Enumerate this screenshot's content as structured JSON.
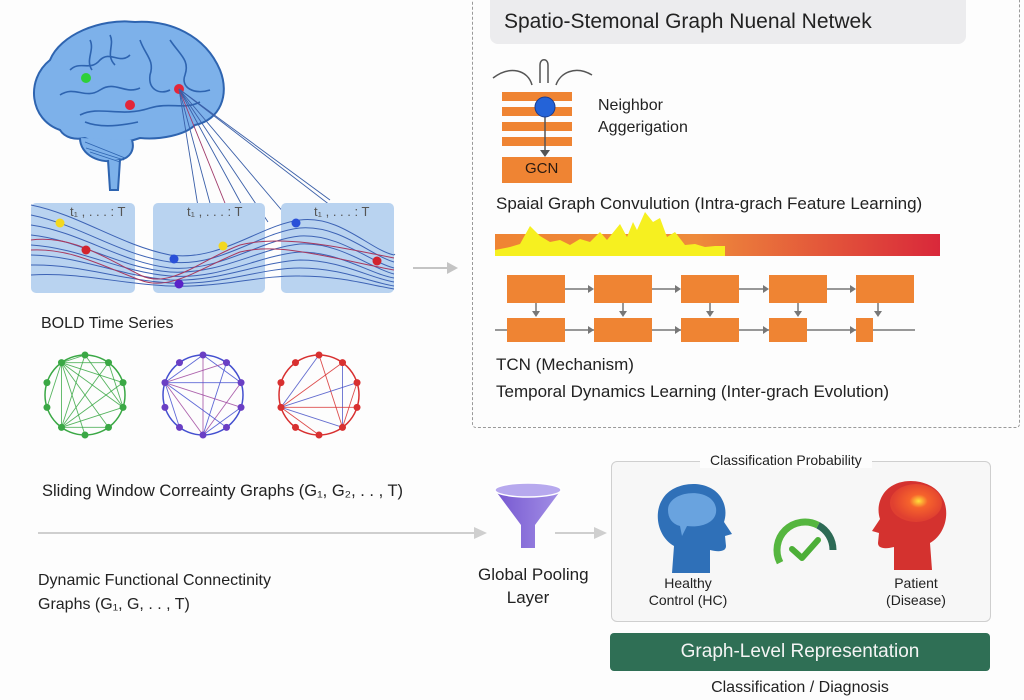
{
  "left_panel": {
    "bold_label": "BOLD Time Series",
    "window_labels": [
      "t₁ , . . . : T",
      "t₁ , . . . : T",
      "t₁ , . . . : T"
    ],
    "corr_graphs_label": "Sliding Window Correainty Graphs (G₁, G₂, . . , T)",
    "dfc_label_line1": "Dynamic Functional Connectinity",
    "dfc_label_line2": "Graphs (G₁, G, . . , T)"
  },
  "stgnn": {
    "title": "Spatio-Stemonal Graph Nuenal Netwek",
    "neighbor_label_line1": "Neighbor",
    "neighbor_label_line2": "Aggerigation",
    "gcn_label": "GCN",
    "spatial_label": "Spaial Graph Convulution (Intra-grach Feature Learning)",
    "tcn_label": "TCN (Mechanism)",
    "temporal_label": "Temporal Dynamics Learning (Inter-grach Evolution)"
  },
  "pooling": {
    "line1": "Global Pooling",
    "line2": "Layer"
  },
  "classification": {
    "title": "Classification Probability",
    "hc_line1": "Healthy",
    "hc_line2": "Control (HC)",
    "patient_line1": "Patient",
    "patient_line2": "(Disease)",
    "gauge_fraction": 0.75
  },
  "output": {
    "representation_label": "Graph-Level Representation",
    "diagnosis_label": "Classification / Diagnosis"
  },
  "colors": {
    "brain": "#6aa6e6",
    "orange": "#ef8433",
    "green_bar": "#2f6f55",
    "funnel": "#8a72d6",
    "hc_head": "#2f70b8",
    "patient_head": "#d4322f"
  }
}
